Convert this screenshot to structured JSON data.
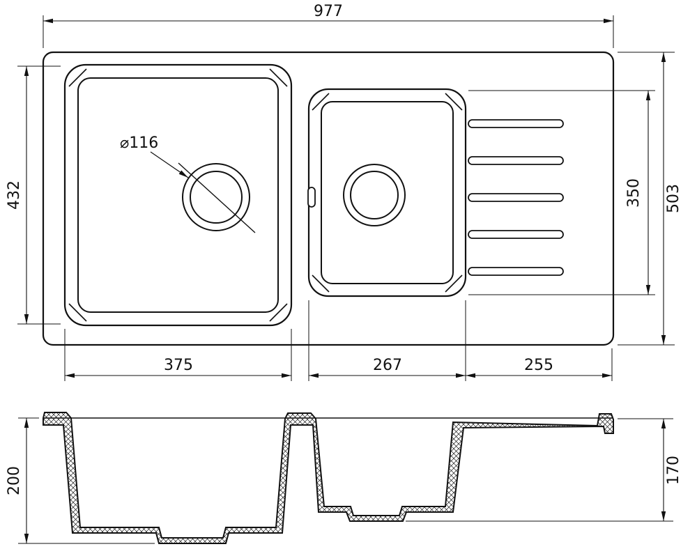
{
  "top_view": {
    "overall_width_label": "977",
    "overall_depth_label": "503",
    "main_bowl_depth_label": "432",
    "second_bowl_depth_label": "350",
    "main_bowl_width_label": "375",
    "second_bowl_width_label": "267",
    "drainboard_width_label": "255",
    "drain_diameter_label": "⌀116"
  },
  "section_view": {
    "main_bowl_height_label": "200",
    "drainboard_end_height_label": "170"
  },
  "colors": {
    "line": "#111111",
    "background": "#ffffff"
  }
}
